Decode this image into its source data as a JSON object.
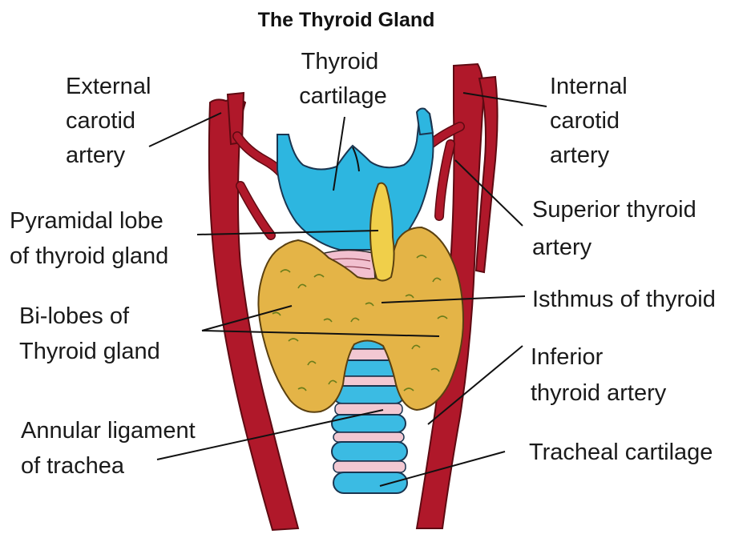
{
  "title": "The Thyroid Gland",
  "labels": {
    "external_carotid": [
      "External",
      "carotid",
      "artery"
    ],
    "thyroid_cartilage": [
      "Thyroid",
      "cartilage"
    ],
    "internal_carotid": [
      "Internal",
      "carotid",
      "artery"
    ],
    "superior_thyroid_artery": [
      "Superior thyroid",
      "artery"
    ],
    "pyramidal_lobe": [
      "Pyramidal lobe",
      "of thyroid gland"
    ],
    "isthmus": [
      "Isthmus of thyroid"
    ],
    "bi_lobes": [
      "Bi-lobes of",
      "Thyroid gland"
    ],
    "inferior_thyroid_artery": [
      "Inferior",
      "thyroid artery"
    ],
    "annular_ligament": [
      "Annular ligament",
      "of trachea"
    ],
    "tracheal_cartilage": [
      "Tracheal cartilage"
    ]
  },
  "colors": {
    "artery": "#b0182a",
    "cartilage": "#2db6e0",
    "thyroid_gland": "#e4b447",
    "pyramidal_lobe": "#f0cf4a",
    "ligament": "#f2c0cf"
  }
}
